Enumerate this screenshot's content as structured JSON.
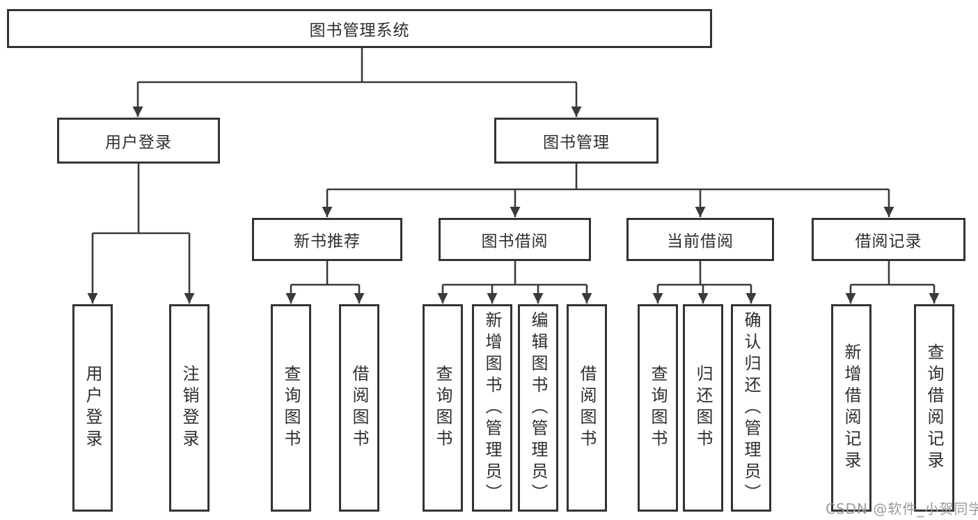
{
  "diagram": {
    "root": {
      "label": "图书管理系统",
      "children": [
        {
          "label": "用户登录",
          "children": [
            {
              "label": "用户登录"
            },
            {
              "label": "注销登录"
            }
          ]
        },
        {
          "label": "图书管理",
          "children": [
            {
              "label": "新书推荐",
              "children": [
                {
                  "label": "查询图书"
                },
                {
                  "label": "借阅图书"
                }
              ]
            },
            {
              "label": "图书借阅",
              "children": [
                {
                  "label": "查询图书"
                },
                {
                  "label": "新增图书（管理员）"
                },
                {
                  "label": "编辑图书（管理员）"
                },
                {
                  "label": "借阅图书"
                }
              ]
            },
            {
              "label": "当前借阅",
              "children": [
                {
                  "label": "查询图书"
                },
                {
                  "label": "归还图书"
                },
                {
                  "label": "确认归还（管理员）"
                }
              ]
            },
            {
              "label": "借阅记录",
              "children": [
                {
                  "label": "新增借阅记录"
                },
                {
                  "label": "查询借阅记录"
                }
              ]
            }
          ]
        }
      ]
    }
  },
  "watermark": {
    "text": "CSDN @软件_小贺同学"
  },
  "colors": {
    "line": "#3a3a3a",
    "box_border": "#333333",
    "box_fill": "#ffffff",
    "text": "#2e2e2e",
    "watermark": "#9b9b9b",
    "background": "#ffffff"
  }
}
